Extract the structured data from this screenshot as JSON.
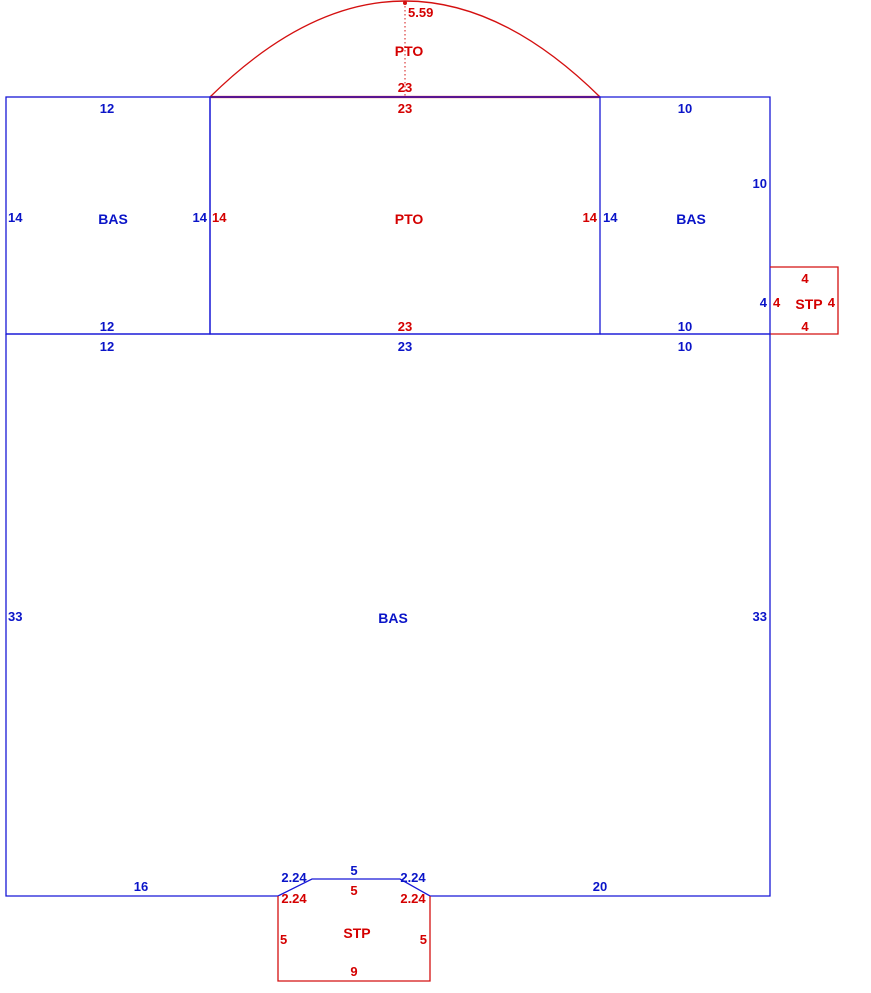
{
  "areas": {
    "bas_left": "BAS",
    "bas_right": "BAS",
    "bas_main": "BAS",
    "pto_center": "PTO",
    "pto_arc": "PTO",
    "stp_right": "STP",
    "stp_bottom": "STP"
  },
  "dims": {
    "arc_height": "5.59",
    "arc_chord": "23",
    "pto_top": "23",
    "pto_bottom": "23",
    "pto_left": "14",
    "pto_right": "14",
    "bas_left_top": "12",
    "bas_left_bottom": "12",
    "bas_left_left": "14",
    "bas_left_right": "14",
    "bas_right_top": "10",
    "bas_right_bottom": "10",
    "bas_right_left": "14",
    "bas_right_right": "10",
    "bas_right_lower_right": "4",
    "main_top_left": "12",
    "main_top_center": "23",
    "main_top_right": "10",
    "main_left": "33",
    "main_right": "33",
    "main_bottom_left": "16",
    "main_bottom_right": "20",
    "main_notch_left": "2.24",
    "main_notch_top": "5",
    "main_notch_right": "2.24",
    "stp_right_top": "4",
    "stp_right_left": "4",
    "stp_right_right": "4",
    "stp_right_bottom": "4",
    "stp_bottom_notch_left": "2.24",
    "stp_bottom_notch_top": "5",
    "stp_bottom_notch_right": "2.24",
    "stp_bottom_left": "5",
    "stp_bottom_right": "5",
    "stp_bottom_bottom": "9"
  },
  "colors": {
    "bas": "#1818d6",
    "pto": "#d41010",
    "stp": "#d41010"
  }
}
